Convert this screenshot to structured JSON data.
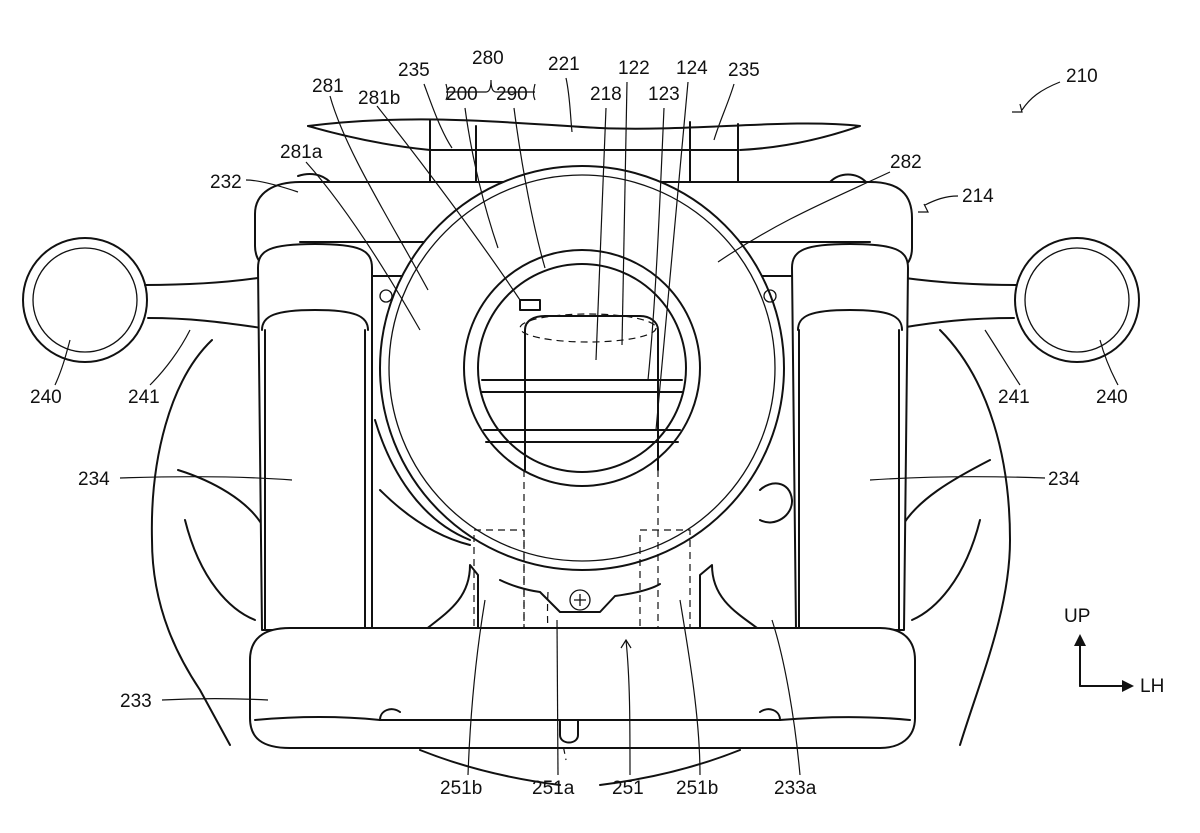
{
  "labels": {
    "l280": "280",
    "l235a": "235",
    "l221": "221",
    "l122": "122",
    "l124": "124",
    "l235b": "235",
    "l210": "210",
    "l281": "281",
    "l281b": "281b",
    "l200": "200",
    "l290": "290",
    "l218": "218",
    "l123": "123",
    "l282": "282",
    "l281a": "281a",
    "l232": "232",
    "l214": "214",
    "l240a": "240",
    "l241a": "241",
    "l241b": "241",
    "l240b": "240",
    "l234a": "234",
    "l234b": "234",
    "l233": "233",
    "l251b_left": "251b",
    "l251a": "251a",
    "l251": "251",
    "l251b_right": "251b",
    "l233a": "233a"
  },
  "axes": {
    "up": "UP",
    "lh": "LH"
  }
}
